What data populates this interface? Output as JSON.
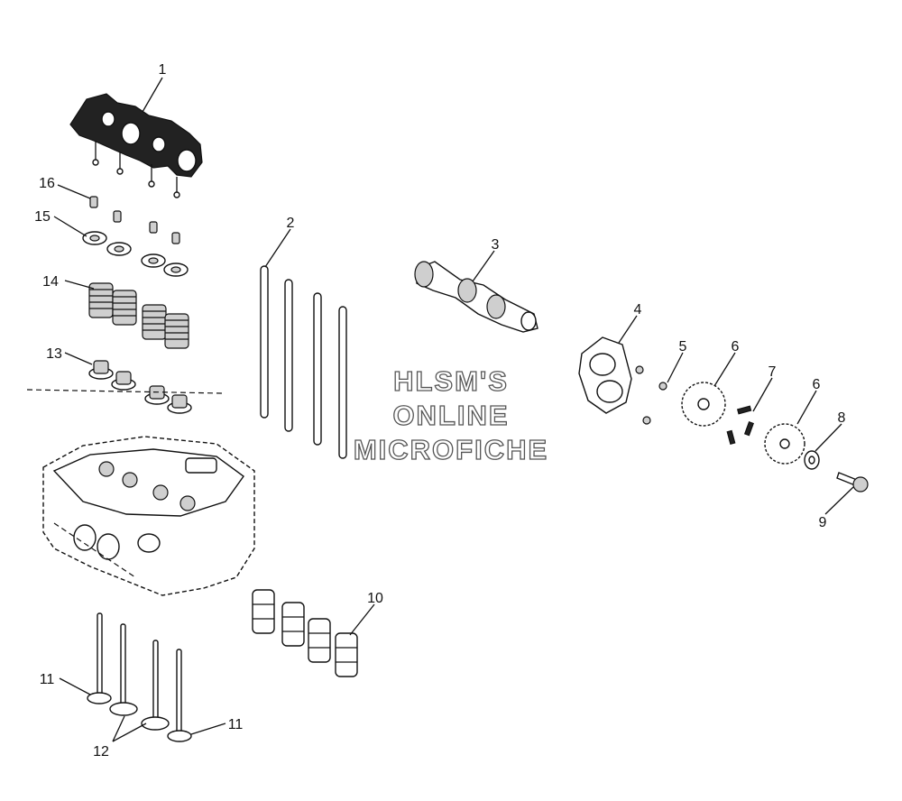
{
  "watermark": {
    "line1": "HLSM'S",
    "line2": "ONLINE",
    "line3": "MICROFICHE"
  },
  "callouts": {
    "c1": "1",
    "c2": "2",
    "c3": "3",
    "c4": "4",
    "c5": "5",
    "c6a": "6",
    "c6b": "6",
    "c7": "7",
    "c8": "8",
    "c9": "9",
    "c10": "10",
    "c11a": "11",
    "c11b": "11",
    "c12": "12",
    "c13": "13",
    "c14": "14",
    "c15": "15",
    "c16": "16"
  }
}
